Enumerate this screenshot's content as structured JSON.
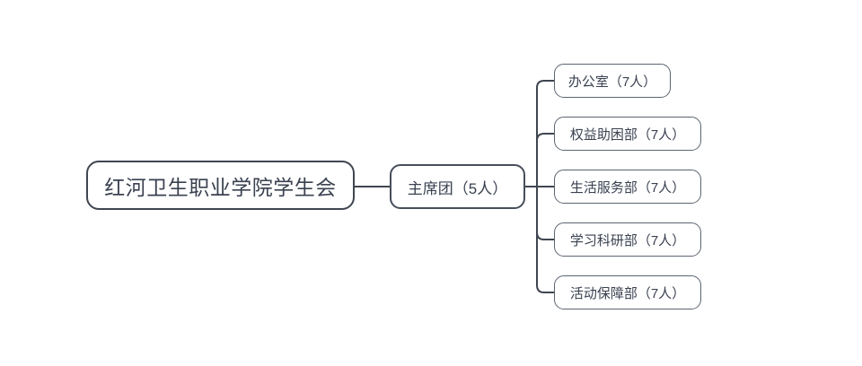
{
  "diagram": {
    "type": "organization-chart",
    "orientation": "left-to-right",
    "background_color": "#ffffff",
    "line_color": "#3f4650",
    "leaf_border_color": "#5b6470",
    "text_color": "#3a4150",
    "root": {
      "label": "红河卫生职业学院学生会"
    },
    "middle": {
      "label": "主席团（5人）",
      "count": 5
    },
    "departments": [
      {
        "label": "办公室（7人）",
        "name": "办公室",
        "count": 7
      },
      {
        "label": "权益助困部（7人）",
        "name": "权益助困部",
        "count": 7
      },
      {
        "label": "生活服务部（7人）",
        "name": "生活服务部",
        "count": 7
      },
      {
        "label": "学习科研部（7人）",
        "name": "学习科研部",
        "count": 7
      },
      {
        "label": "活动保障部（7人）",
        "name": "活动保障部",
        "count": 7
      }
    ]
  }
}
